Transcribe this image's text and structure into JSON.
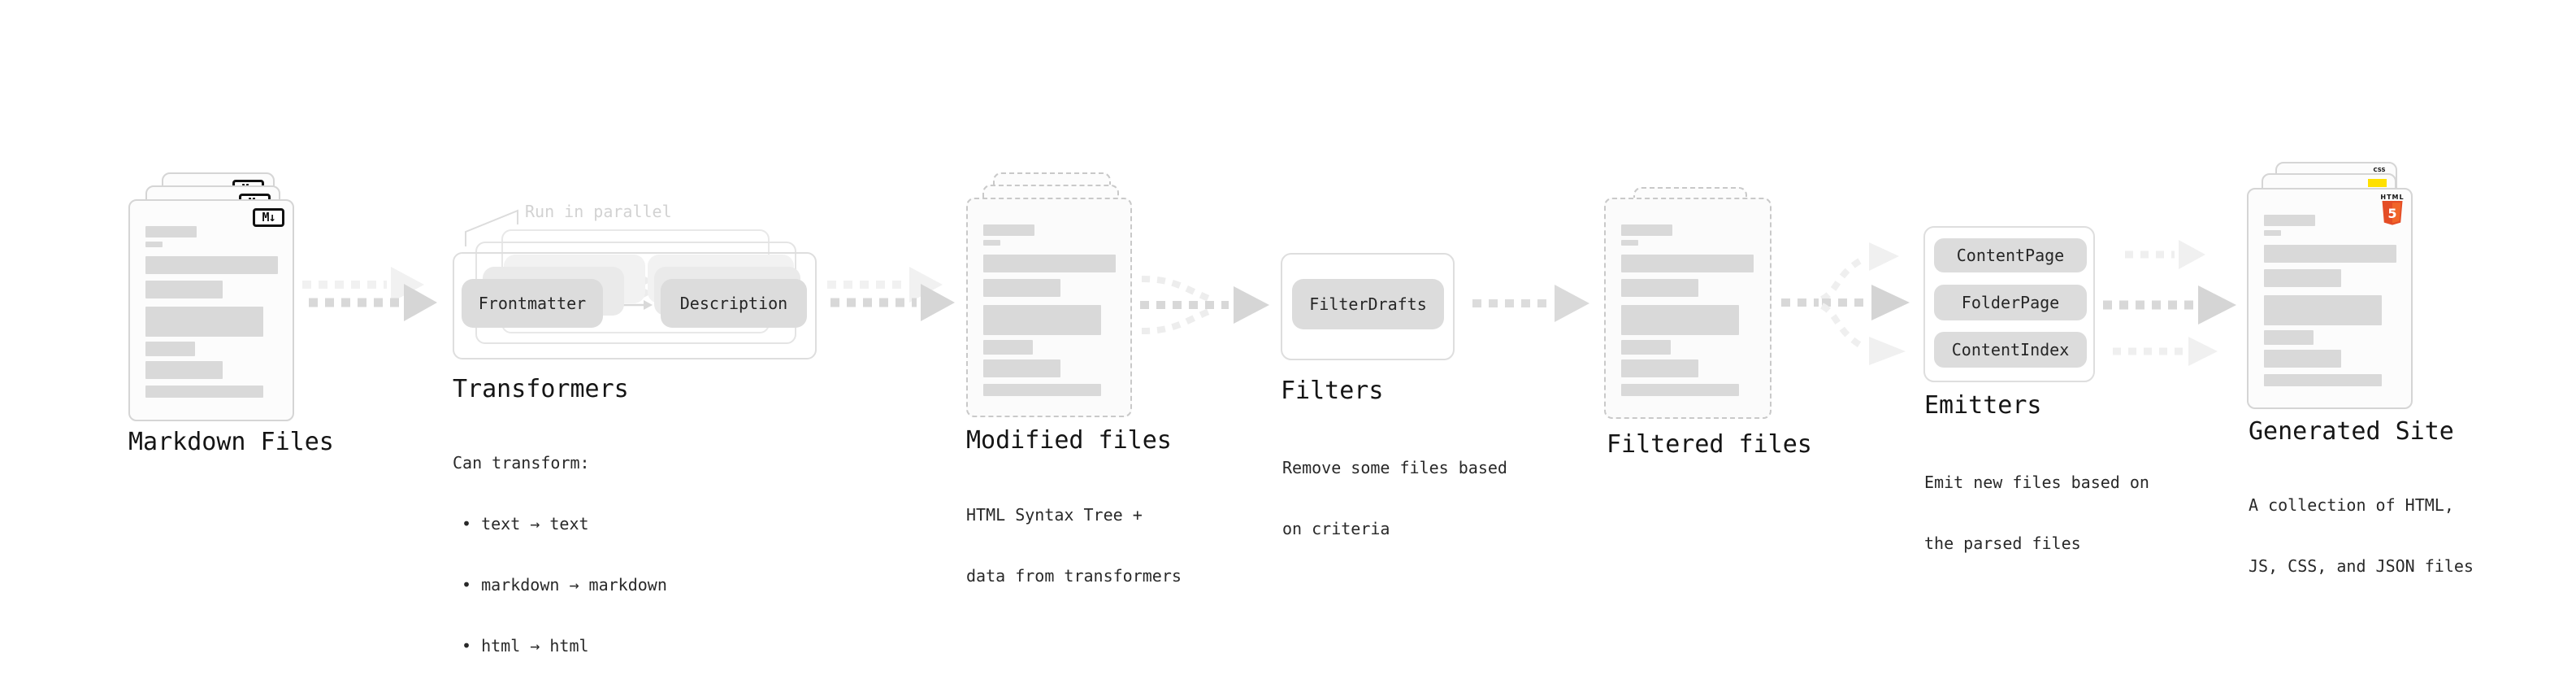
{
  "stages": {
    "markdown_files": {
      "label": "Markdown Files",
      "badge": "M↓"
    },
    "transformers": {
      "label": "Transformers",
      "annotation": "Run in parallel",
      "button_left": "Frontmatter",
      "button_right": "Description",
      "desc_lines": [
        "Can transform:",
        "• text → text",
        "• markdown → markdown",
        "• html → html"
      ]
    },
    "modified_files": {
      "label": "Modified files",
      "desc_lines": [
        "HTML Syntax Tree +",
        "data from transformers"
      ]
    },
    "filters": {
      "label": "Filters",
      "button": "FilterDrafts",
      "desc_lines": [
        "Remove some files based",
        "on criteria"
      ]
    },
    "filtered_files": {
      "label": "Filtered files"
    },
    "emitters": {
      "label": "Emitters",
      "buttons": [
        "ContentPage",
        "FolderPage",
        "ContentIndex"
      ],
      "desc_lines": [
        "Emit new files based on",
        "the parsed files"
      ]
    },
    "generated_site": {
      "label": "Generated Site",
      "desc_lines": [
        "A collection of HTML,",
        "JS, CSS, and JSON files"
      ],
      "html5_badge_word": "HTML",
      "html5_badge_number": "5",
      "css_badge_word": "CSS"
    }
  },
  "colors": {
    "html5_orange_dark": "#E44D26",
    "html5_orange_light": "#F16529",
    "js_yellow": "#FFE000",
    "css_blue": "#2770EA",
    "skeleton_gray": "#D9D9D9",
    "arrow_gray": "#D8D8D8",
    "arrow_ghost_gray": "#F1F1F1"
  }
}
